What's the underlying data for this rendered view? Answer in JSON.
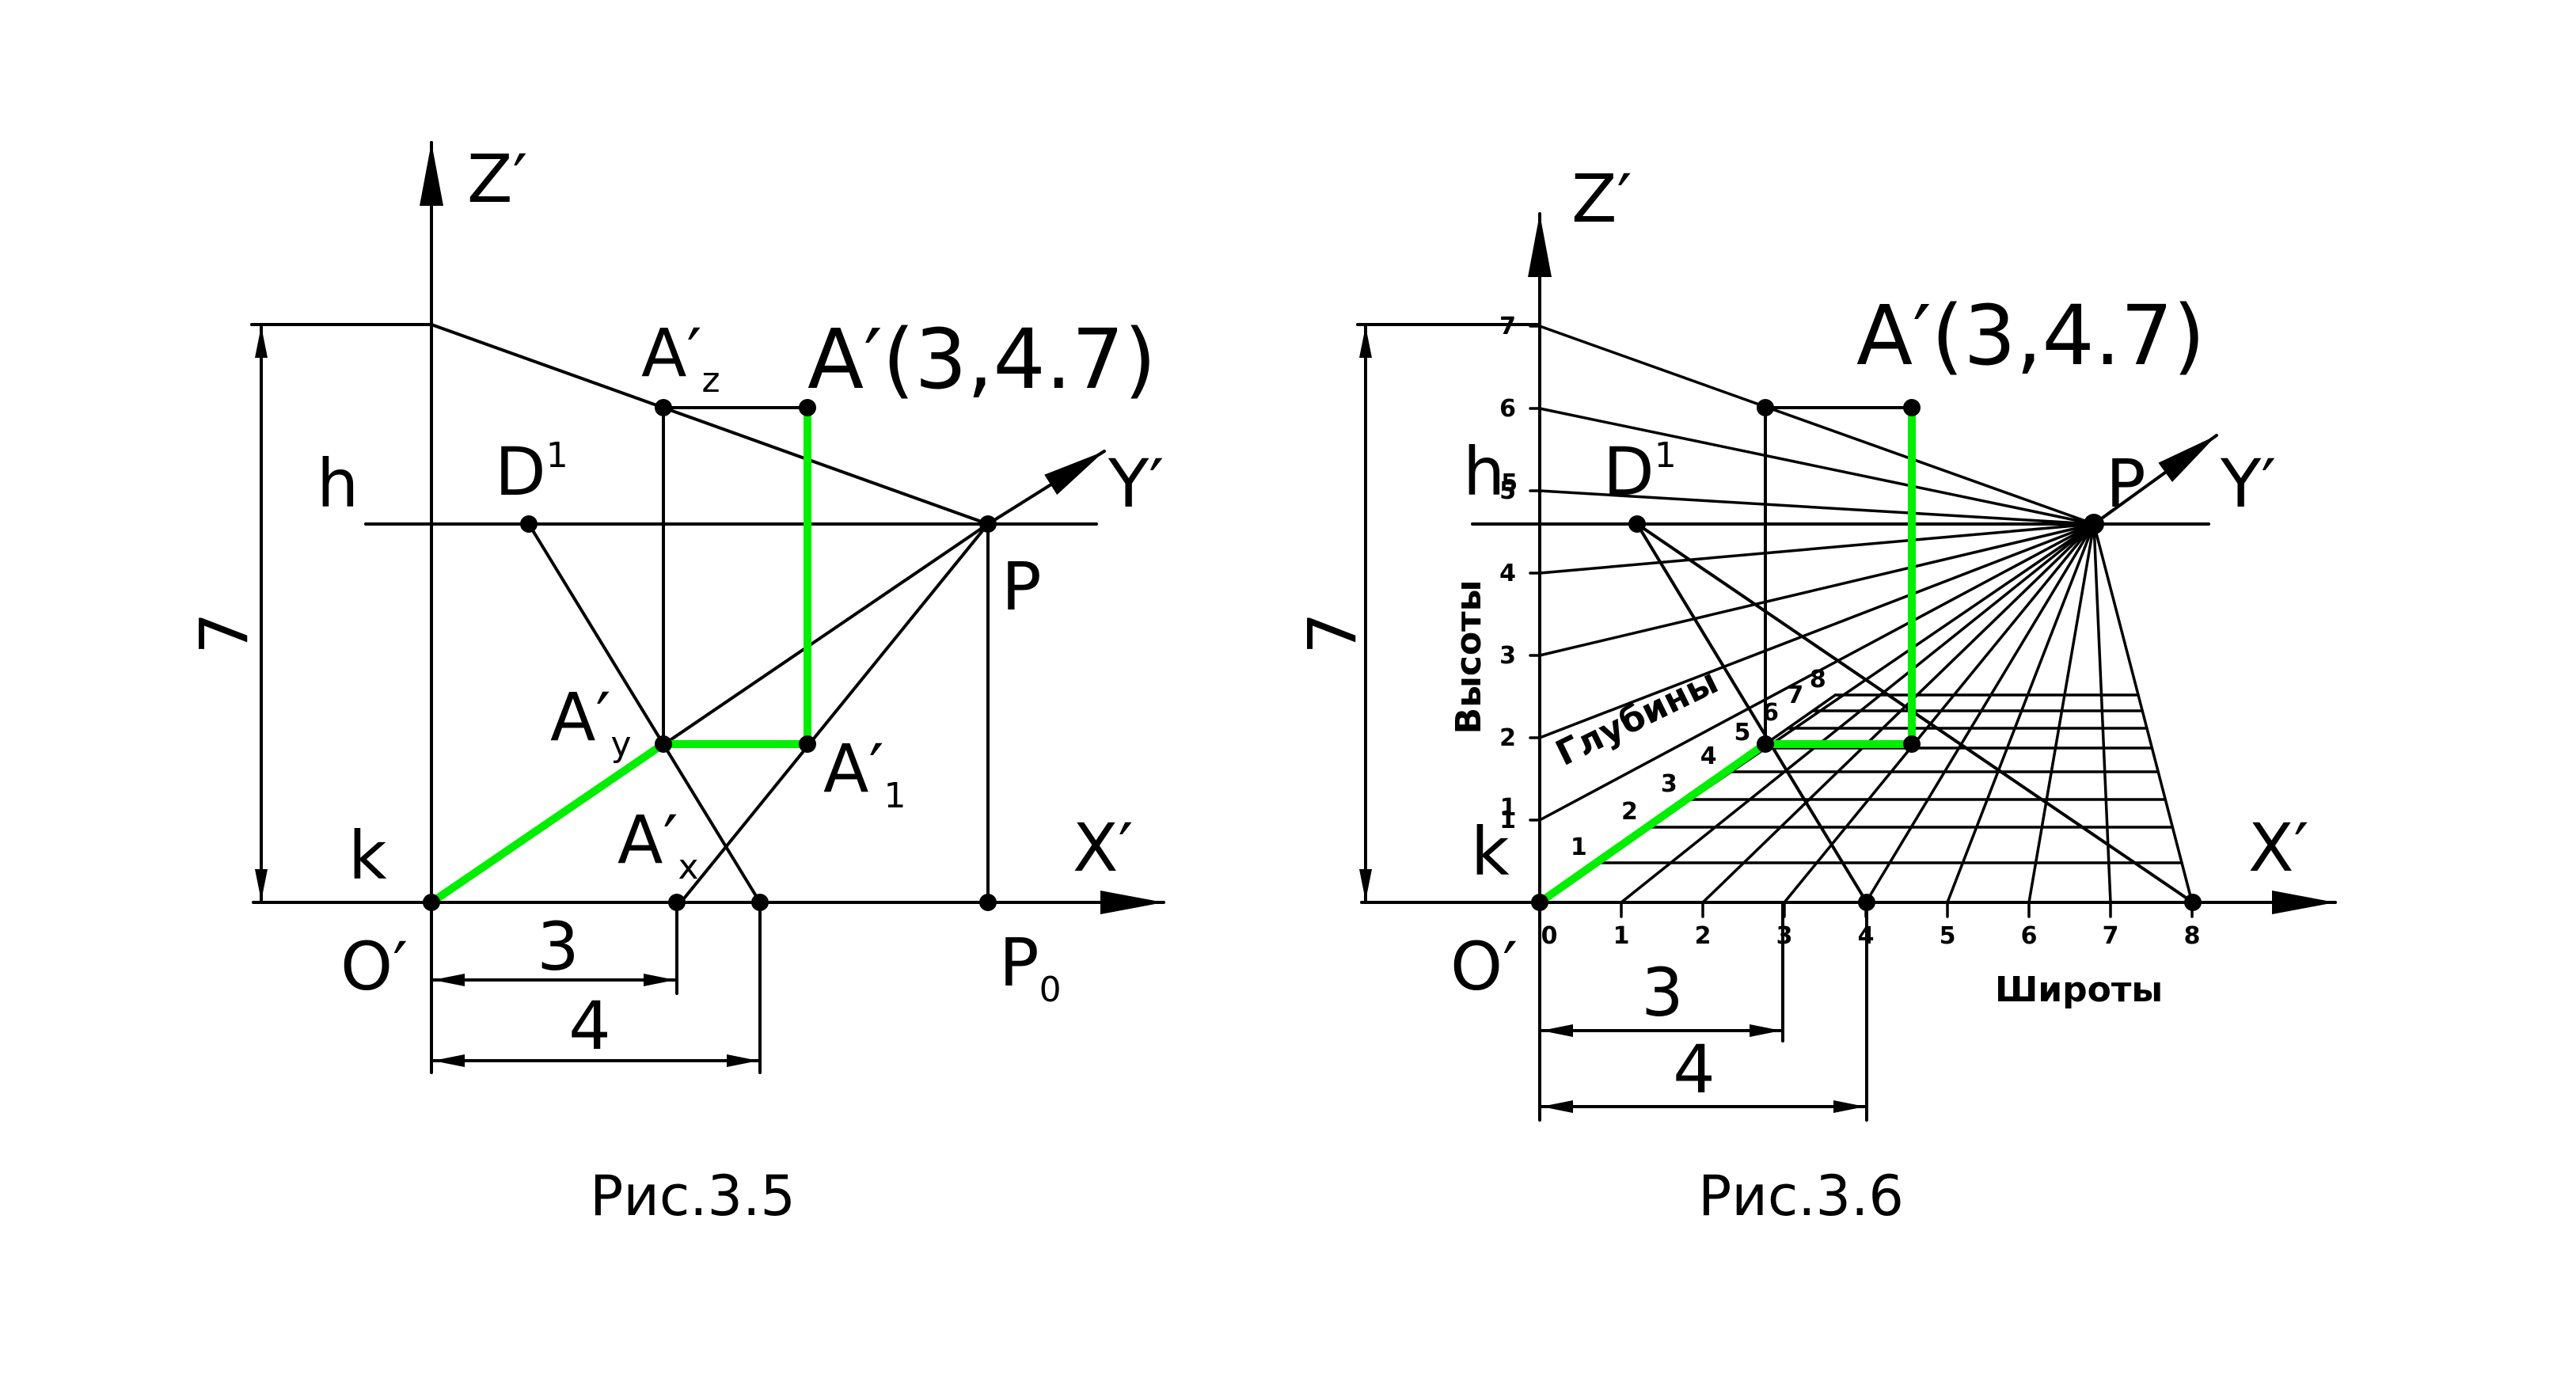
{
  "fig35": {
    "caption": "Рис.3.5",
    "z_axis": "Z′",
    "y_axis": "Y′",
    "x_axis": "X′",
    "origin": "O′",
    "k": "k",
    "h": "h",
    "D1_main": "D",
    "D1_sup": "1",
    "A_prime_coords": "A′(3,4.7)",
    "Az_main": "A′",
    "Az_sub": "z",
    "Ay_main": "A′",
    "Ay_sub": "y",
    "Ax_main": "A′",
    "Ax_sub": "x",
    "A1_main": "A′",
    "A1_sub": "1",
    "P": "P",
    "P0_main": "P",
    "P0_sub": "0",
    "dim_height": "7",
    "dim_3": "3",
    "dim_4": "4"
  },
  "fig36": {
    "caption": "Рис.3.6",
    "z_axis": "Z′",
    "y_axis": "Y′",
    "x_axis": "X′",
    "origin": "O′",
    "k": "k",
    "k_sup": "1",
    "h": "h",
    "h_sub": "5",
    "D1_main": "D",
    "D1_sup": "1",
    "A_prime_coords": "A′(3,4.7)",
    "P": "P",
    "dim_height": "7",
    "dim_3": "3",
    "dim_4": "4",
    "heights_label": "Высоты",
    "depths_label": "Глубины",
    "widths_label": "Широты",
    "height_ticks": [
      "1",
      "2",
      "3",
      "4",
      "5",
      "6",
      "7"
    ],
    "depth_ticks": [
      "1",
      "2",
      "3",
      "4",
      "5",
      "6",
      "7",
      "8"
    ],
    "width_ticks": [
      "0",
      "1",
      "2",
      "3",
      "4",
      "5",
      "6",
      "7",
      "8"
    ]
  },
  "colors": {
    "highlight": "#00ee00",
    "ink": "#000000"
  }
}
